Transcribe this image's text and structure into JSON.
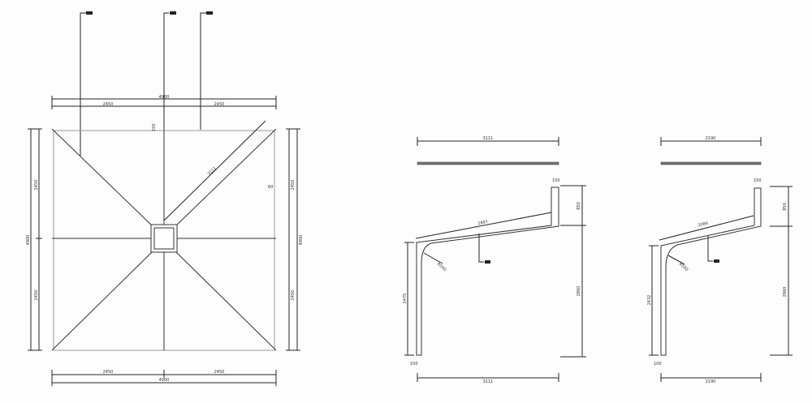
{
  "plan_view": {
    "overall_width": "4900",
    "half_left": "2450",
    "half_right": "2450",
    "bottom_overall": "4900",
    "bottom_left": "2450",
    "bottom_right": "2450",
    "left_overall": "4900",
    "left_top": "2450",
    "left_bottom": "2450",
    "right_top": "2450",
    "right_bottom": "2450",
    "right_overall": "4900",
    "diagonal": "3111",
    "small_gap": "60",
    "top_detail": "150"
  },
  "section_a": {
    "top_length": "3111",
    "bottom_length": "3111",
    "slope_length": "2897",
    "radius": "R500",
    "end_width": "150",
    "upper_height": "850",
    "lower_height": "2860",
    "post_height": "2475",
    "post_width": "100"
  },
  "section_b": {
    "top_length": "2190",
    "bottom_length": "2190",
    "slope_length": "2086",
    "radius": "R500",
    "end_width": "150",
    "upper_height": "850",
    "lower_height": "2860",
    "post_height": "2432",
    "post_width": "100"
  },
  "colors": {
    "line": "#222222",
    "background": "#fdfdfd"
  }
}
